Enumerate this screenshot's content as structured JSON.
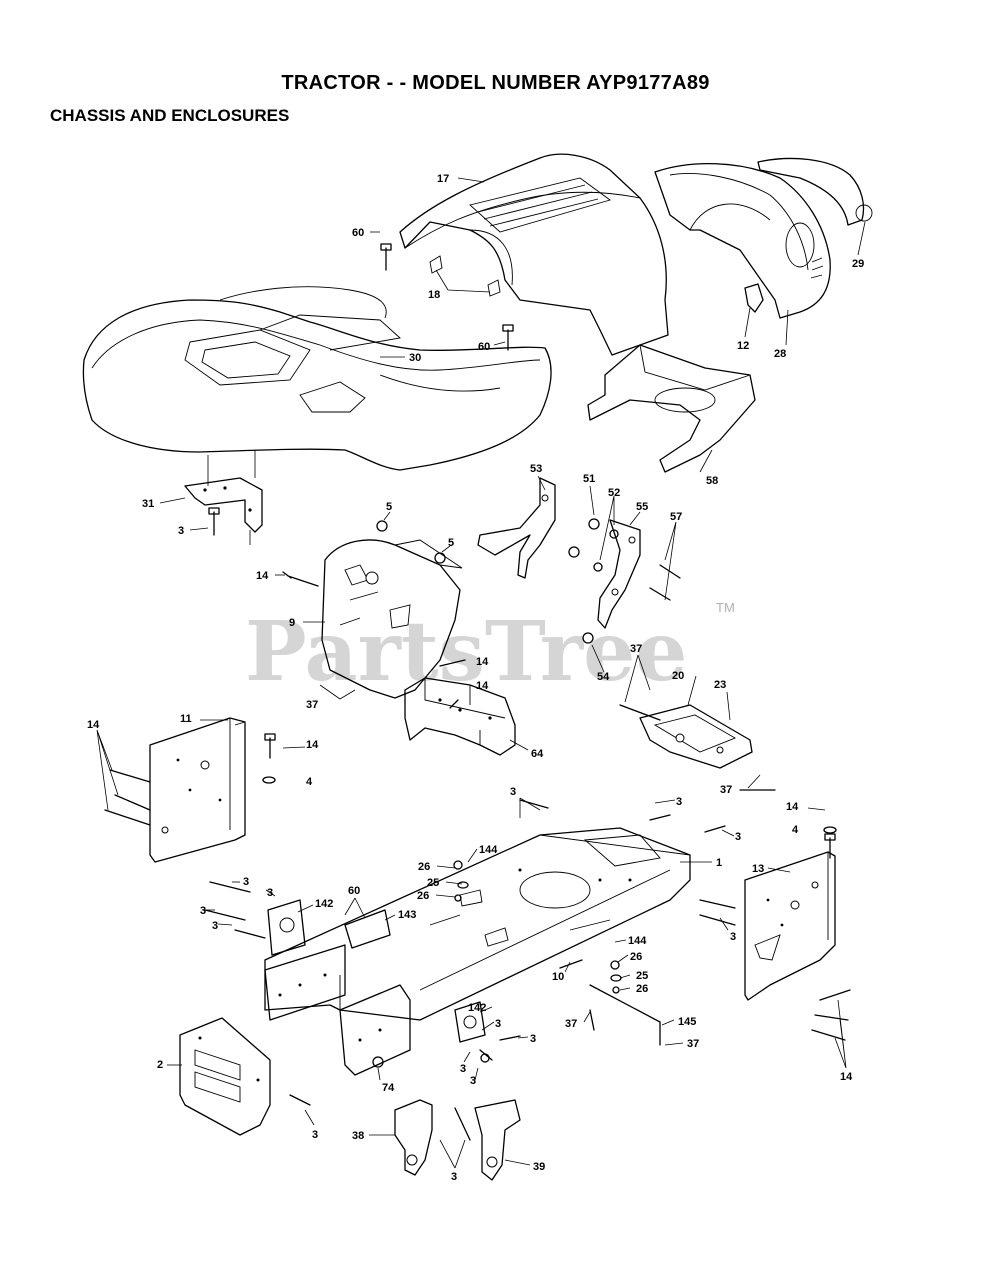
{
  "header": {
    "title": "TRACTOR - - MODEL NUMBER AYP9177A89",
    "subtitle": "CHASSIS AND ENCLOSURES"
  },
  "watermark": {
    "text": "PartsTree",
    "tm": "TM"
  },
  "callouts": [
    {
      "id": "c17",
      "text": "17"
    },
    {
      "id": "c60a",
      "text": "60"
    },
    {
      "id": "c18",
      "text": "18"
    },
    {
      "id": "c29",
      "text": "29"
    },
    {
      "id": "c12",
      "text": "12"
    },
    {
      "id": "c28",
      "text": "28"
    },
    {
      "id": "c30",
      "text": "30"
    },
    {
      "id": "c60b",
      "text": "60"
    },
    {
      "id": "c58",
      "text": "58"
    },
    {
      "id": "c31",
      "text": "31"
    },
    {
      "id": "c3a",
      "text": "3"
    },
    {
      "id": "c53",
      "text": "53"
    },
    {
      "id": "c51",
      "text": "51"
    },
    {
      "id": "c52",
      "text": "52"
    },
    {
      "id": "c55",
      "text": "55"
    },
    {
      "id": "c57",
      "text": "57"
    },
    {
      "id": "c5a",
      "text": "5"
    },
    {
      "id": "c5b",
      "text": "5"
    },
    {
      "id": "c14a",
      "text": "14"
    },
    {
      "id": "c9",
      "text": "9"
    },
    {
      "id": "c54",
      "text": "54"
    },
    {
      "id": "c14b",
      "text": "14"
    },
    {
      "id": "c14c",
      "text": "14"
    },
    {
      "id": "c37a",
      "text": "37"
    },
    {
      "id": "c37b",
      "text": "37"
    },
    {
      "id": "c20",
      "text": "20"
    },
    {
      "id": "c23",
      "text": "23"
    },
    {
      "id": "c14d",
      "text": "14"
    },
    {
      "id": "c11",
      "text": "11"
    },
    {
      "id": "c14e",
      "text": "14"
    },
    {
      "id": "c4a",
      "text": "4"
    },
    {
      "id": "c64",
      "text": "64"
    },
    {
      "id": "c37c",
      "text": "37"
    },
    {
      "id": "c3b",
      "text": "3"
    },
    {
      "id": "c3c",
      "text": "3"
    },
    {
      "id": "c3d",
      "text": "3"
    },
    {
      "id": "c14f",
      "text": "14"
    },
    {
      "id": "c4b",
      "text": "4"
    },
    {
      "id": "c144a",
      "text": "144"
    },
    {
      "id": "c1",
      "text": "1"
    },
    {
      "id": "c26a",
      "text": "26"
    },
    {
      "id": "c25a",
      "text": "25"
    },
    {
      "id": "c26b",
      "text": "26"
    },
    {
      "id": "c13",
      "text": "13"
    },
    {
      "id": "c3e",
      "text": "3"
    },
    {
      "id": "c3f",
      "text": "3"
    },
    {
      "id": "c3g",
      "text": "3"
    },
    {
      "id": "c3h",
      "text": "3"
    },
    {
      "id": "c142a",
      "text": "142"
    },
    {
      "id": "c60c",
      "text": "60"
    },
    {
      "id": "c143",
      "text": "143"
    },
    {
      "id": "c3i",
      "text": "3"
    },
    {
      "id": "c144b",
      "text": "144"
    },
    {
      "id": "c26c",
      "text": "26"
    },
    {
      "id": "c10",
      "text": "10"
    },
    {
      "id": "c25b",
      "text": "25"
    },
    {
      "id": "c26d",
      "text": "26"
    },
    {
      "id": "c142b",
      "text": "142"
    },
    {
      "id": "c37d",
      "text": "37"
    },
    {
      "id": "c145",
      "text": "145"
    },
    {
      "id": "c3j",
      "text": "3"
    },
    {
      "id": "c3k",
      "text": "3"
    },
    {
      "id": "c37e",
      "text": "37"
    },
    {
      "id": "c2",
      "text": "2"
    },
    {
      "id": "c3l",
      "text": "3"
    },
    {
      "id": "c3m",
      "text": "3"
    },
    {
      "id": "c74",
      "text": "74"
    },
    {
      "id": "c14g",
      "text": "14"
    },
    {
      "id": "c3n",
      "text": "3"
    },
    {
      "id": "c38",
      "text": "38"
    },
    {
      "id": "c3o",
      "text": "3"
    },
    {
      "id": "c39",
      "text": "39"
    }
  ]
}
